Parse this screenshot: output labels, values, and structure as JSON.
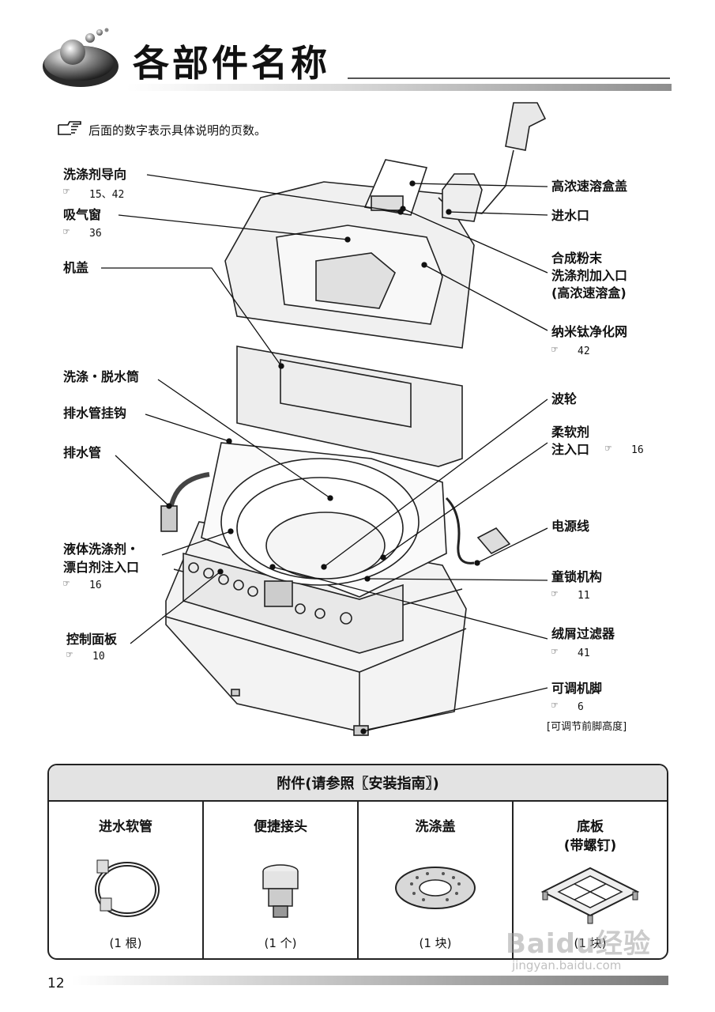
{
  "header": {
    "title": "各部件名称"
  },
  "note": {
    "text": "后面的数字表示具体说明的页数。"
  },
  "labels": {
    "detergent_guide": {
      "name": "洗涤剂导向",
      "ref": "15、42"
    },
    "air_window": {
      "name": "吸气窗",
      "ref": "36"
    },
    "lid": {
      "name": "机盖"
    },
    "drum": {
      "name": "洗涤・脱水筒"
    },
    "drain_hook": {
      "name": "排水管挂钩"
    },
    "drain_hose": {
      "name": "排水管"
    },
    "liquid_inlet": {
      "name_line1": "液体洗涤剂・",
      "name_line2": "漂白剂注入口",
      "ref": "16"
    },
    "control_panel": {
      "name": "控制面板",
      "ref": "10"
    },
    "dissolve_cover": {
      "name": "高浓速溶盒盖"
    },
    "water_inlet": {
      "name": "进水口"
    },
    "powder_inlet": {
      "name_line1": "合成粉末",
      "name_line2": "洗涤剂加入口",
      "name_line3": "(高浓速溶盒)"
    },
    "nano_filter": {
      "name": "纳米钛净化网",
      "ref": "42"
    },
    "pulsator": {
      "name": "波轮"
    },
    "softener": {
      "name_line1": "柔软剂",
      "name_line2": "注入口",
      "ref": "16"
    },
    "power_cord": {
      "name": "电源线"
    },
    "child_lock": {
      "name": "童锁机构",
      "ref": "11"
    },
    "lint_filter": {
      "name": "绒屑过滤器",
      "ref": "41"
    },
    "adjust_foot": {
      "name": "可调机脚",
      "ref": "6",
      "note": "可调节前脚高度"
    }
  },
  "accessories": {
    "header": "附件(请参照〖安装指南〗)",
    "items": [
      {
        "name": "进水软管",
        "qty": "(1 根)"
      },
      {
        "name": "便捷接头",
        "qty": "(1 个)"
      },
      {
        "name": "洗涤盖",
        "qty": "(1 块)"
      },
      {
        "name": "底板\n(带螺钉)",
        "qty": "(1 块)"
      }
    ]
  },
  "footer": {
    "page": "12"
  },
  "watermark": {
    "brand": "Baidu经验",
    "url": "jingyan.baidu.com"
  },
  "icons": {
    "reference": "pointing-hand-icon",
    "header": "sphere-logo-icon"
  }
}
